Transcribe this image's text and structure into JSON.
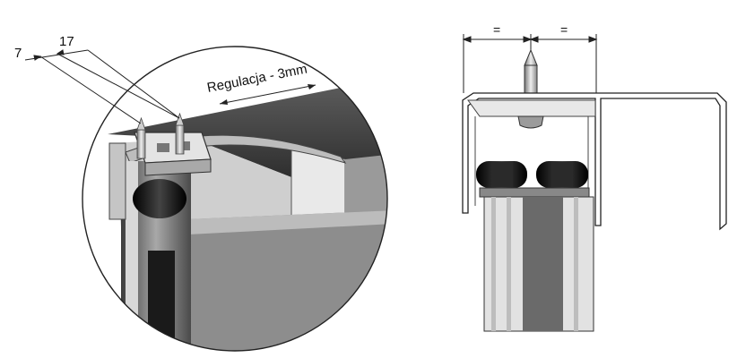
{
  "labels": {
    "dim_7": "7",
    "dim_17": "17",
    "adjustment": "Regulacja - 3mm",
    "equal_left": "=",
    "equal_right": "="
  },
  "colors": {
    "line": "#222222",
    "profile_fill": "#d9d9d9",
    "dark_metal": "#4a4a4a",
    "wheel": "#151515",
    "background": "#ffffff"
  }
}
